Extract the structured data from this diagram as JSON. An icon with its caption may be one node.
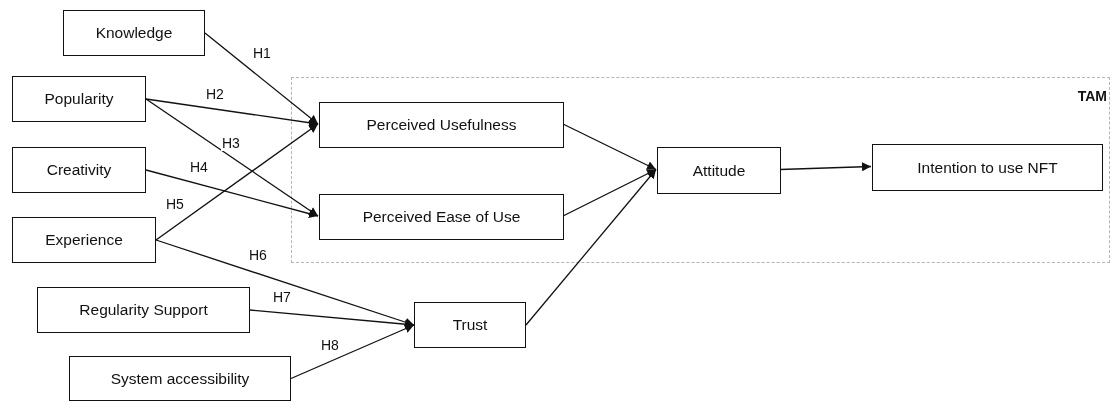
{
  "diagram": {
    "nodes": [
      {
        "text": [
          "Knowledge"
        ]
      },
      {
        "text": [
          "TAM"
        ]
      },
      {
        "text": [
          "Popularity"
        ]
      },
      {
        "text": [
          "Perceived Usefulness"
        ],
        "in": 1
      },
      {
        "text": [
          "Creativity"
        ]
      },
      {
        "text": [
          "Perceived Ease of Use"
        ],
        "in": 1
      },
      {
        "text": [
          "Attitude"
        ],
        "in": 1
      },
      {
        "text": [
          "Intention to use NFT"
        ],
        "in": 1
      },
      {
        "text": [
          "Experience"
        ]
      },
      {
        "text": [
          "Regularity Support"
        ]
      },
      {
        "text": [
          "Trust"
        ]
      },
      {
        "text": [
          "System accessibility"
        ]
      }
    ],
    "edges": [
      {
        "from": 0,
        "to": 3,
        "arrow": "to",
        "label": "H1"
      },
      {
        "from": 2,
        "to": 3,
        "arrow": "to",
        "label": "H2"
      },
      {
        "from": 2,
        "to": 5,
        "arrow": "to",
        "label": "H3"
      },
      {
        "from": 4,
        "to": 5,
        "arrow": "to",
        "label": "H4"
      },
      {
        "from": 8,
        "to": 3,
        "arrow": "to",
        "label": "H5"
      },
      {
        "from": 8,
        "to": 10,
        "arrow": "to",
        "label": "H6"
      },
      {
        "from": 9,
        "to": 10,
        "arrow": "to",
        "label": "H7"
      },
      {
        "from": 11,
        "to": 10,
        "arrow": "to",
        "label": "H8"
      },
      {
        "from": 3,
        "to": 6,
        "arrow": "to"
      },
      {
        "from": 5,
        "to": 6,
        "arrow": "to"
      },
      {
        "from": 10,
        "to": 6,
        "arrow": "to"
      },
      {
        "from": 6,
        "to": 7,
        "arrow": "to"
      }
    ]
  }
}
